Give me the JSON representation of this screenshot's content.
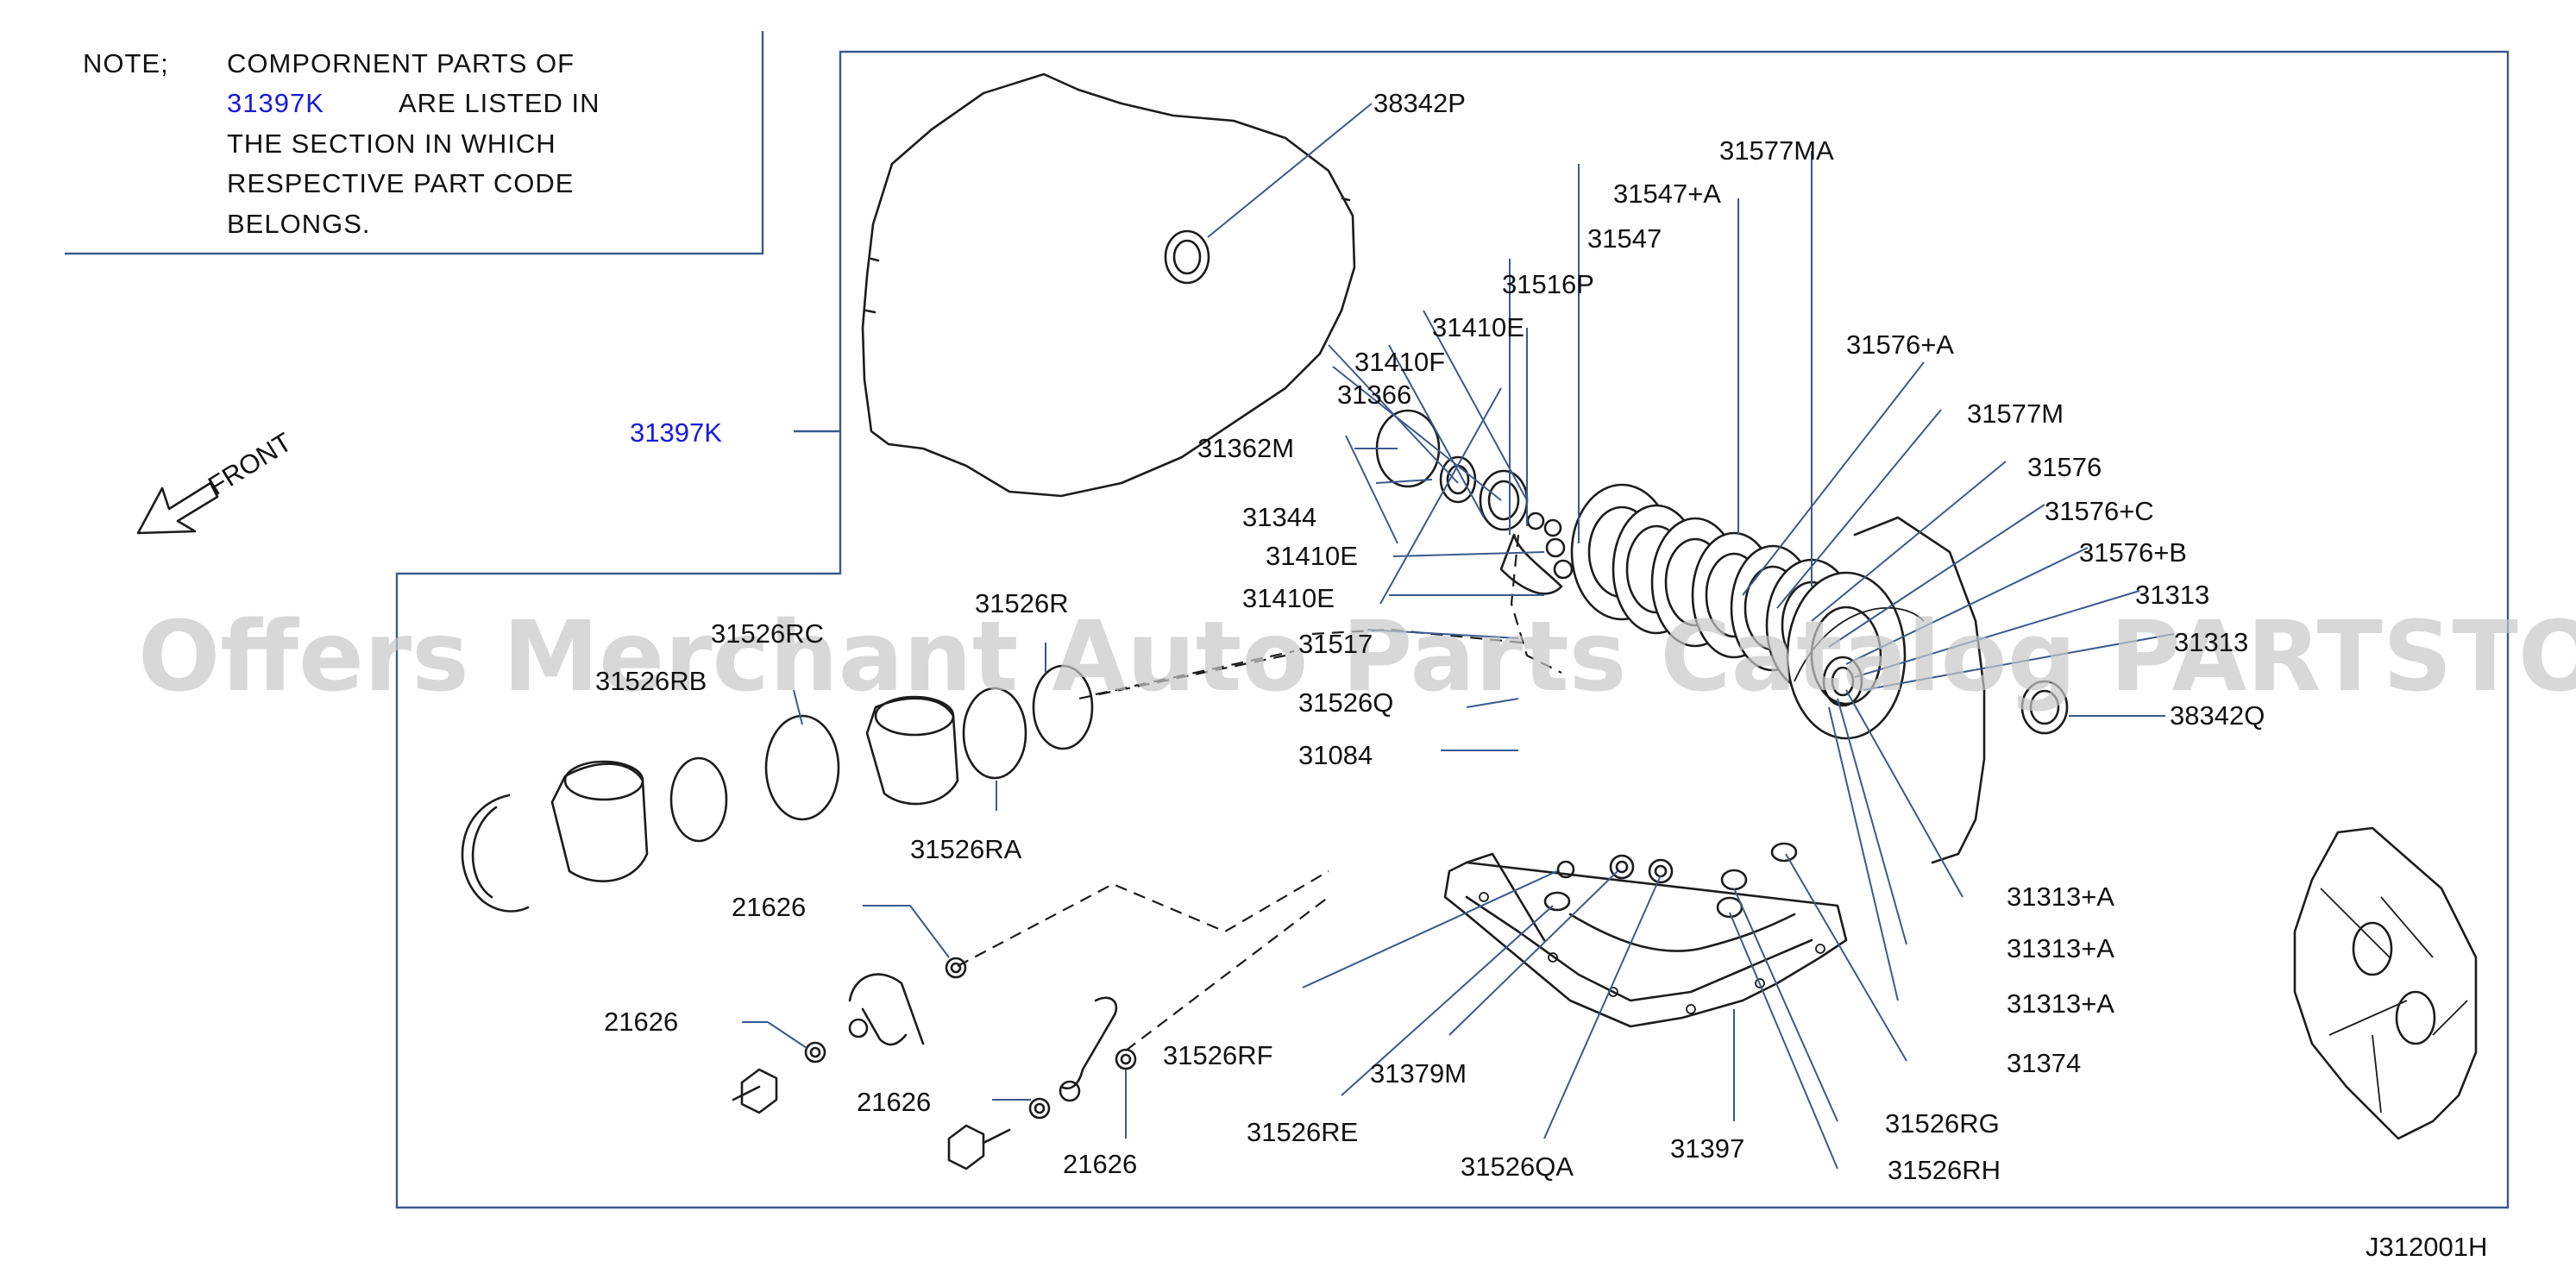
{
  "note": {
    "heading": "NOTE;",
    "lines": [
      "COMPORNENT PARTS OF",
      "ARE LISTED IN",
      "THE SECTION IN WHICH",
      "RESPECTIVE PART CODE",
      "BELONGS."
    ],
    "ref_code": "31397K"
  },
  "front_label": "FRONT",
  "assembly_ref": "31397K",
  "diagram_code": "J312001H",
  "watermark": "Offers Merchant Auto Parts Catalog PARTSTORE.SA",
  "colors": {
    "frame": "#3a5a8c",
    "reference": "#1a1adb",
    "watermark": "#c8c8c8",
    "ink": "#111111"
  },
  "callouts": [
    "38342P",
    "31577MA",
    "31547+A",
    "31547",
    "31516P",
    "31410E",
    "31410F",
    "31366",
    "31362M",
    "31344",
    "31410E",
    "31410E",
    "31517",
    "31526Q",
    "31084",
    "31576+A",
    "31577M",
    "31576",
    "31576+C",
    "31576+B",
    "31313",
    "31313",
    "38342Q",
    "31526RC",
    "31526RB",
    "31526R",
    "31526RA",
    "21626",
    "21626",
    "21626",
    "21626",
    "31526RF",
    "31526RE",
    "31379M",
    "31526QA",
    "31397",
    "31313+A",
    "31313+A",
    "31313+A",
    "31374",
    "31526RG",
    "31526RH"
  ]
}
